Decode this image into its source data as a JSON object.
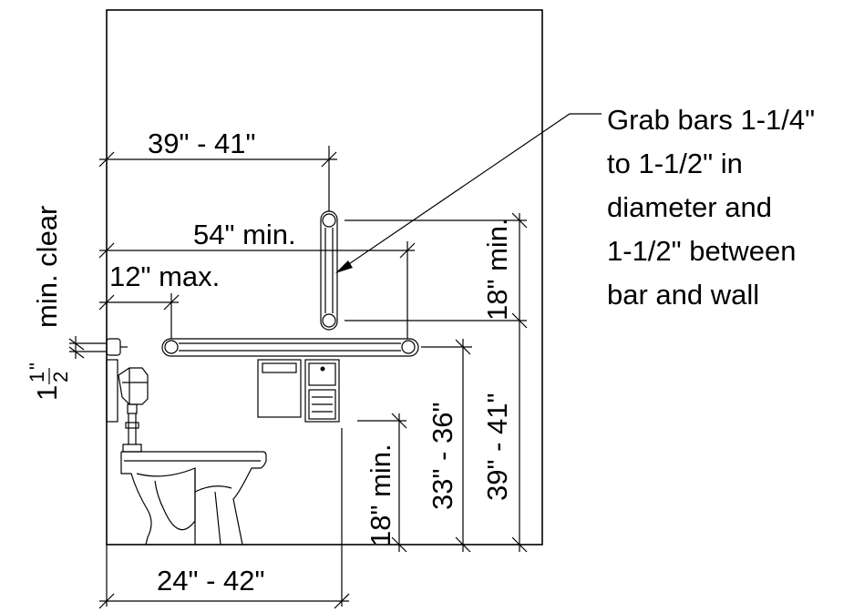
{
  "dimensions": {
    "top_width": "39\" - 41\"",
    "min_length": "54\" min.",
    "max_offset": "12\" max.",
    "vertical_bar_spacing": "18\" min.",
    "toilet_height": "18\" min.",
    "rail_height_short": "33\" - 36\"",
    "rail_height_tall": "39\" - 41\"",
    "floor_width": "24\" - 42\"",
    "clearance_whole": "1",
    "clearance_num": "1",
    "clearance_den": "2",
    "clearance_inch": "\"",
    "clearance_label": "min. clear"
  },
  "note": {
    "lines": [
      "Grab bars 1-1/4\"",
      "to 1-1/2\" in",
      "diameter and",
      "1-1/2\" between",
      "bar and wall"
    ]
  }
}
